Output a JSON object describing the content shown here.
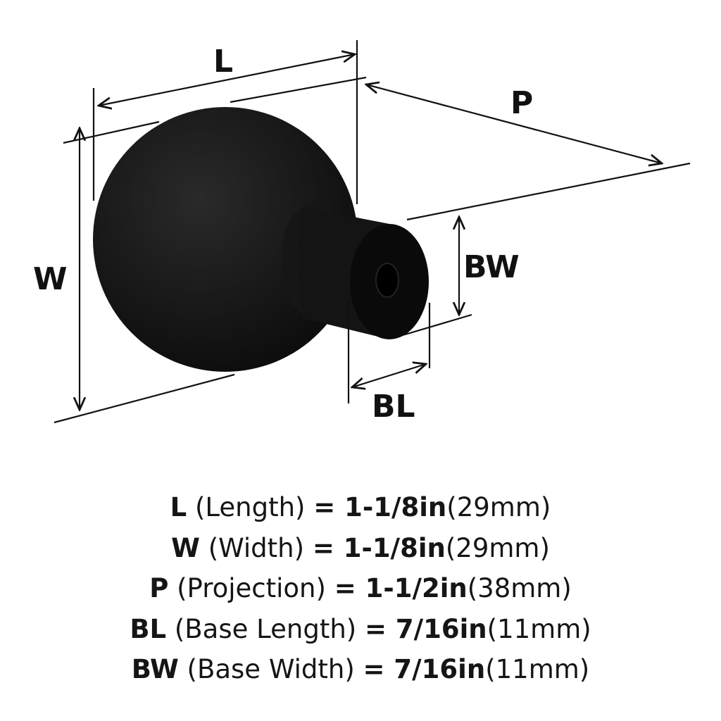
{
  "labels": {
    "L": "L",
    "W": "W",
    "P": "P",
    "BW": "BW",
    "BL": "BL"
  },
  "specs": [
    {
      "code": "L",
      "name": "(Length)",
      "eq": "= 1-1/8in",
      "metric": "(29mm)"
    },
    {
      "code": "W",
      "name": "(Width)",
      "eq": "= 1-1/8in",
      "metric": "(29mm)"
    },
    {
      "code": "P",
      "name": "(Projection)",
      "eq": "= 1-1/2in",
      "metric": "(38mm)"
    },
    {
      "code": "BL",
      "name": "(Base Length)",
      "eq": "= 7/16in",
      "metric": "(11mm)"
    },
    {
      "code": "BW",
      "name": "(Base Width)",
      "eq": "= 7/16in",
      "metric": "(11mm)"
    }
  ]
}
